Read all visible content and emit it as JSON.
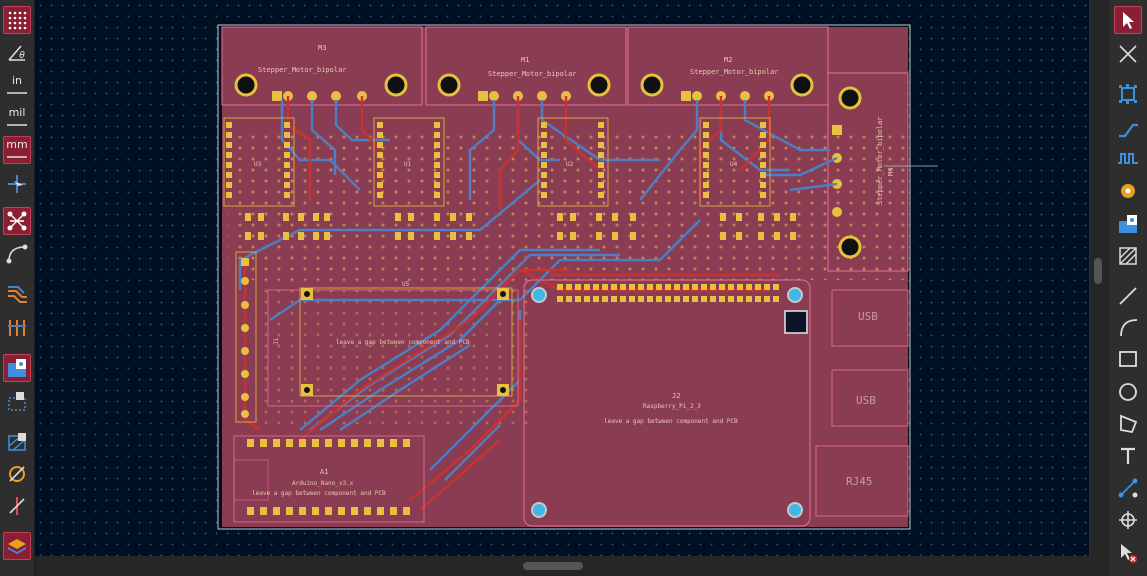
{
  "toolbar_left": {
    "units": {
      "inch": "in",
      "mil": "mil",
      "mm": "mm"
    }
  },
  "board": {
    "components": [
      {
        "ref": "M3",
        "value": "Stepper_Motor_bipolar"
      },
      {
        "ref": "M1",
        "value": "Stepper_Motor_bipolar"
      },
      {
        "ref": "M2",
        "value": "Stepper_Motor_bipolar"
      },
      {
        "ref": "M4",
        "value": "Stepper_Motor_bipolar"
      },
      {
        "ref": "U3",
        "value": ""
      },
      {
        "ref": "U1",
        "value": ""
      },
      {
        "ref": "U2",
        "value": ""
      },
      {
        "ref": "U4",
        "value": ""
      },
      {
        "ref": "U5",
        "value": ""
      },
      {
        "ref": "J1",
        "value": ""
      },
      {
        "ref": "J2",
        "value": "Raspberry_Pi_2_3"
      },
      {
        "ref": "A1",
        "value": "Arduino_Nano_v3.x"
      }
    ],
    "notes": {
      "u5": "leave a gap between component and PCB",
      "j2": "leave a gap between component and PCB",
      "a1": "leave a gap between component and PCB"
    },
    "connectors": {
      "usb1": "USB",
      "usb2": "USB",
      "rj45": "RJ45"
    }
  },
  "colors": {
    "board_fill": "#8a3d52",
    "copper_front": "#c8322f",
    "copper_back": "#4d7fc4",
    "pad": "#d4a830",
    "edge": "#e0e060",
    "selected": "#e8709a"
  }
}
